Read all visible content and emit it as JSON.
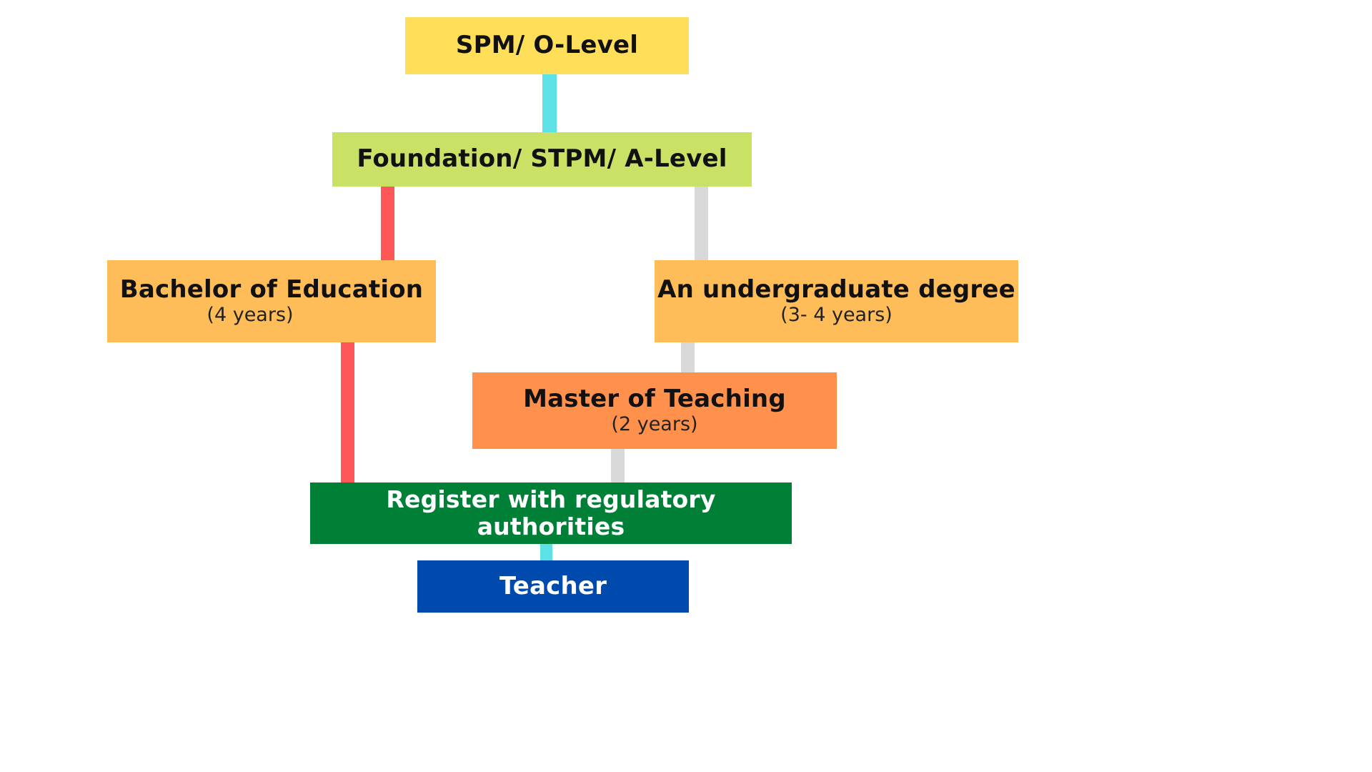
{
  "colors": {
    "yellow": "#ffde59",
    "lime": "#c9e265",
    "light_orange": "#ffbd59",
    "orange": "#ff914d",
    "green": "#008037",
    "blue": "#004aad",
    "cyan": "#5ce1e6",
    "red": "#ff5757",
    "gray": "#d9d9d9"
  },
  "nodes": {
    "spm": {
      "title": "SPM/ O-Level"
    },
    "foundation": {
      "title": "Foundation/ STPM/ A-Level"
    },
    "bachelor": {
      "title": "Bachelor of Education",
      "duration": "(4 years)"
    },
    "undergrad": {
      "title": "An undergraduate degree",
      "duration": "(3- 4 years)"
    },
    "master": {
      "title": "Master of Teaching",
      "duration": "(2 years)"
    },
    "register": {
      "title": "Register with regulatory authorities"
    },
    "teacher": {
      "title": "Teacher"
    }
  }
}
